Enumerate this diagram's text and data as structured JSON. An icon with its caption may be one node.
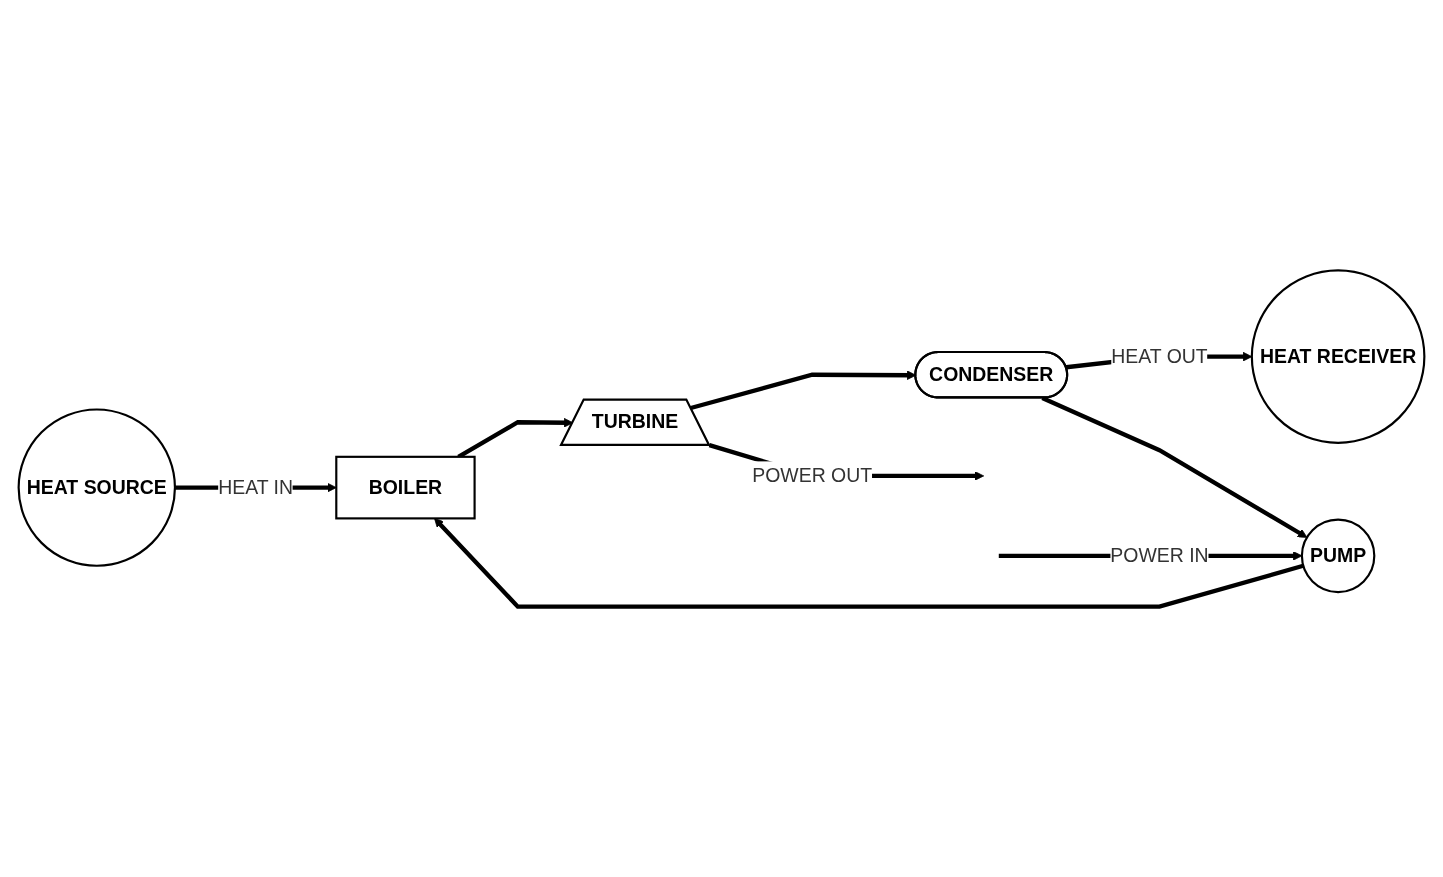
{
  "diagram": {
    "nodes": [
      {
        "text": [
          "HEAT SOURCE"
        ]
      },
      {
        "text": [
          "BOILER"
        ]
      },
      {
        "text": [
          "TURBINE"
        ]
      },
      {
        "text": [
          "CONDENSER"
        ]
      },
      {
        "text": [
          "HEAT RECEIVER"
        ]
      },
      {
        "text": [
          "PUMP"
        ]
      }
    ],
    "edges": [
      {
        "from": 0,
        "to": 1,
        "arrow": "to",
        "label": "HEAT IN"
      },
      {
        "from": 1,
        "to": 2,
        "arrow": "to"
      },
      {
        "from": 2,
        "to": 3,
        "arrow": "to"
      },
      {
        "from": 3,
        "to": 4,
        "arrow": "to",
        "label": "HEAT OUT"
      },
      {
        "from": 3,
        "to": 5,
        "arrow": "to"
      },
      {
        "from": 5,
        "to": 1,
        "arrow": "to"
      },
      {
        "from": 2,
        "to": null,
        "arrow": "to",
        "label": "POWER OUT"
      },
      {
        "from": null,
        "to": 5,
        "arrow": "to",
        "label": "POWER IN"
      }
    ]
  }
}
